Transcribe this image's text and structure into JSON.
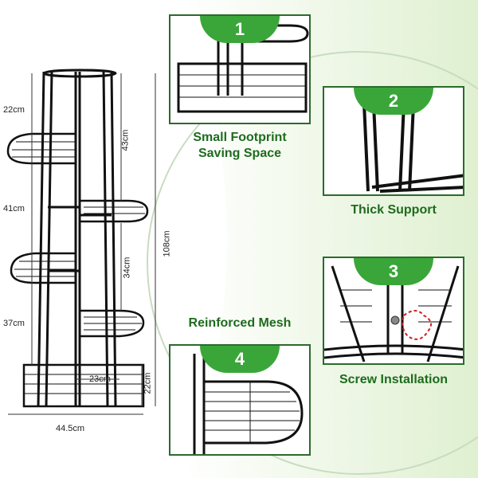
{
  "dimensions": {
    "tier1_height": "22cm",
    "tier2_height": "41cm",
    "tier3_height": "37cm",
    "base_height": "22cm",
    "upper_span": "43cm",
    "middle_span": "34cm",
    "total_height": "108cm",
    "inner_width": "23cm",
    "total_width": "44.5cm"
  },
  "panels": [
    {
      "number": "1",
      "caption_line1": "Small Footprint",
      "caption_line2": "Saving Space"
    },
    {
      "number": "2",
      "caption_line1": "Thick Support",
      "caption_line2": ""
    },
    {
      "number": "3",
      "caption_line1": "Screw Installation",
      "caption_line2": ""
    },
    {
      "number": "4",
      "caption_line1": "Reinforced Mesh",
      "caption_line2": ""
    }
  ],
  "colors": {
    "accent_green": "#3aa63a",
    "caption_green": "#1e6b1e",
    "frame_black": "#111111"
  }
}
